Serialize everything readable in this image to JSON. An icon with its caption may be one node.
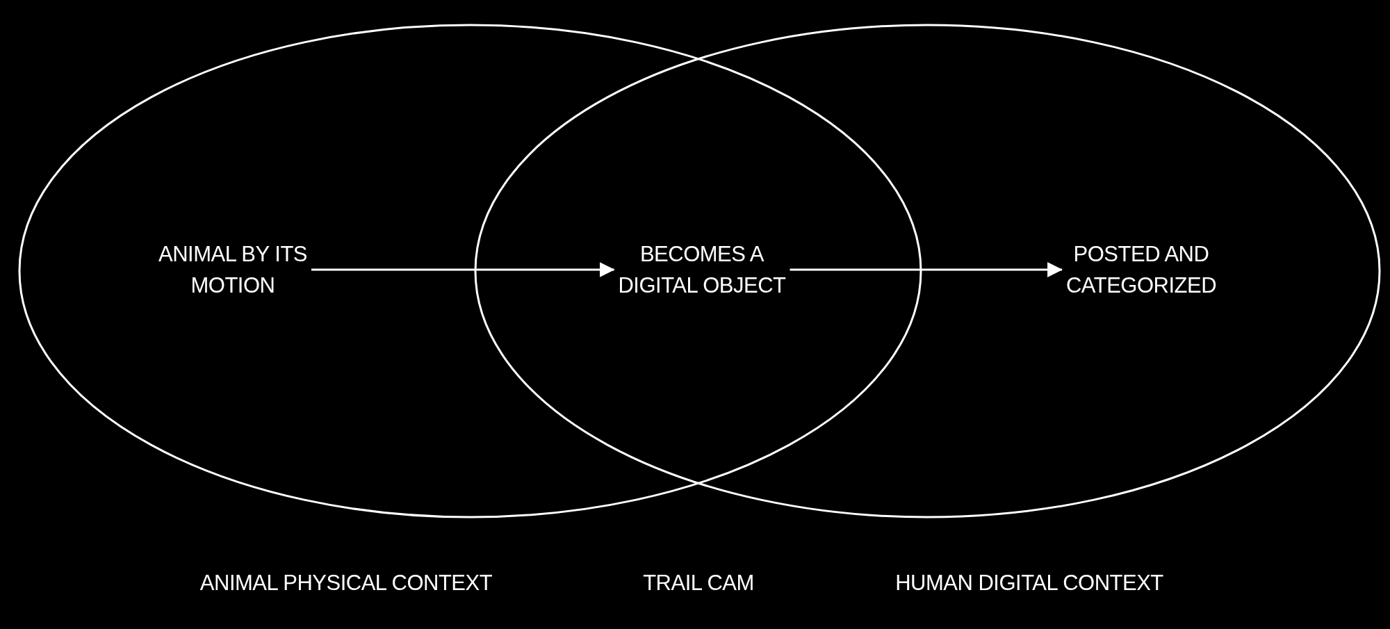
{
  "diagram": {
    "nodes": [
      {
        "text": [
          "ANIMAL PHYSICAL CONTEXT"
        ]
      },
      {
        "text": [
          "HUMAN DIGITAL CONTEXT"
        ]
      },
      {
        "text": [
          "ANIMAL BY ITS MOTION"
        ],
        "in": 0
      },
      {
        "text": [
          "BECOMES A DIGITAL OBJECT"
        ]
      },
      {
        "text": [
          "POSTED AND CATEGORIZED"
        ],
        "in": 1
      }
    ],
    "edges": [
      {
        "from": 2,
        "to": 3,
        "arrow": "to"
      },
      {
        "from": 3,
        "to": 4,
        "arrow": "to"
      }
    ],
    "labels": [
      "TRAIL CAM"
    ]
  }
}
